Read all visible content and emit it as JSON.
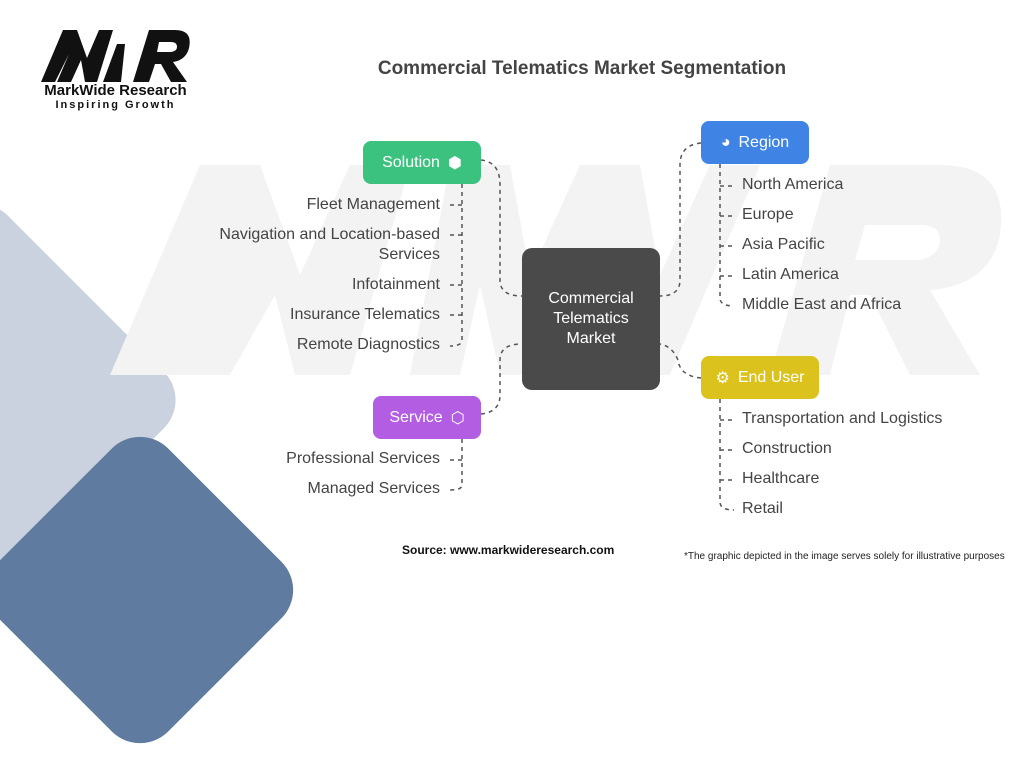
{
  "logo": {
    "mark": "MWR",
    "name": "MarkWide Research",
    "tagline": "Inspiring Growth"
  },
  "title": "Commercial Telematics Market Segmentation",
  "center": "Commercial Telematics Market",
  "segments": {
    "solution": {
      "label": "Solution",
      "color": "#3cc27f",
      "icon": "box-signal-icon",
      "items": [
        "Fleet Management",
        "Navigation and Location-based Services",
        "Infotainment",
        "Insurance Telematics",
        "Remote Diagnostics"
      ]
    },
    "service": {
      "label": "Service",
      "color": "#b35de3",
      "icon": "cube-icon",
      "items": [
        "Professional Services",
        "Managed Services"
      ]
    },
    "region": {
      "label": "Region",
      "color": "#3f84e5",
      "icon": "globe-icon",
      "items": [
        "North America",
        "Europe",
        "Asia Pacific",
        "Latin America",
        "Middle East and Africa"
      ]
    },
    "enduser": {
      "label": "End User",
      "color": "#dcc21c",
      "icon": "user-network-icon",
      "items": [
        "Transportation and Logistics",
        "Construction",
        "Healthcare",
        "Retail"
      ]
    }
  },
  "source": "Source: www.markwideresearch.com",
  "note": "*The graphic depicted in the image serves solely for illustrative purposes"
}
